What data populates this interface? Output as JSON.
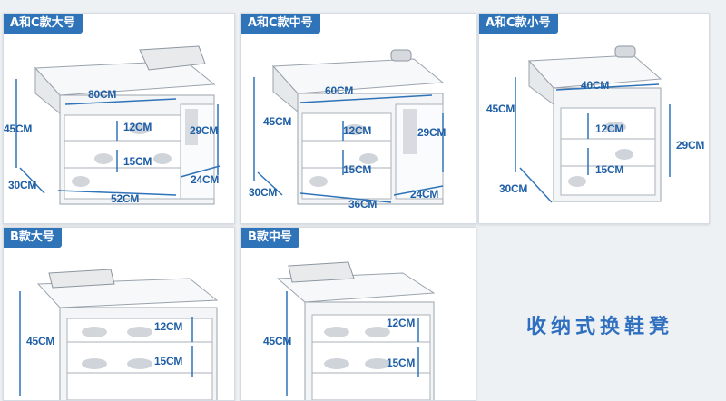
{
  "panels": [
    {
      "id": "a-large",
      "label": "A和C款大号",
      "dims": {
        "width": "80CM",
        "height": "45CM",
        "shelf_height": "12CM",
        "shelf_height_lower": "15CM",
        "side_height": "29CM",
        "depth": "30CM",
        "inner_width": "52CM",
        "side_width": "24CM"
      }
    },
    {
      "id": "a-medium",
      "label": "A和C款中号",
      "dims": {
        "width": "60CM",
        "height": "45CM",
        "shelf_height": "12CM",
        "shelf_height_lower": "15CM",
        "side_height": "29CM",
        "depth": "30CM",
        "inner_width": "36CM",
        "side_width": "24CM"
      }
    },
    {
      "id": "a-small",
      "label": "A和C款小号",
      "dims": {
        "width": "40CM",
        "height": "45CM",
        "shelf_height": "12CM",
        "shelf_height_lower": "15CM",
        "side_height": "29CM",
        "depth": "30CM"
      }
    },
    {
      "id": "b-large",
      "label": "B款大号",
      "dims": {
        "height": "45CM",
        "shelf_height": "12CM",
        "shelf_height_lower": "15CM"
      }
    },
    {
      "id": "b-medium",
      "label": "B款中号",
      "dims": {
        "height": "45CM",
        "shelf_height": "12CM",
        "shelf_height_lower": "15CM"
      }
    }
  ],
  "caption": "收纳式换鞋凳",
  "colors": {
    "accent": "#2f73b9",
    "dimension": "#1f5fa6",
    "background": "#eef1f4"
  }
}
